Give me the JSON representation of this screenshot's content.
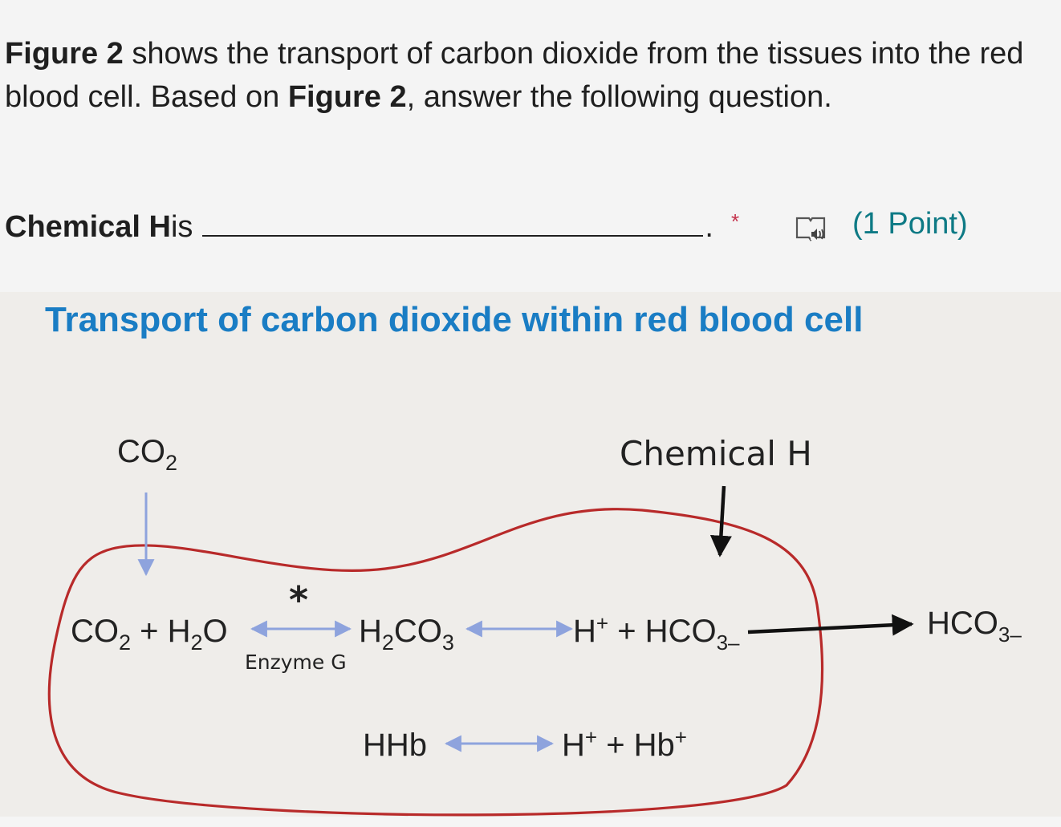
{
  "question": {
    "part1_bold": "Figure 2",
    "part2": " shows the transport of carbon dioxide from the tissues into the red blood cell. Based on ",
    "part3_bold": "Figure 2",
    "part4": ", answer the following question."
  },
  "answer": {
    "label_bold": "Chemical H",
    "label_rest": " is",
    "period": ".",
    "required_marker": "*",
    "points": "(1 Point)",
    "reader_icon": "immersive-reader-icon"
  },
  "figure": {
    "title": "Transport of carbon dioxide within red blood cell",
    "co2_outside": {
      "main": "CO",
      "sub": "2"
    },
    "chemical_h_label": "Chemical H",
    "enzyme_marker": "*",
    "enzyme_label": "Enzyme G",
    "reaction1": {
      "co": "CO",
      "co_sub": "2",
      "plus_h": " + H",
      "h_sub": "2",
      "o": "O"
    },
    "reaction2": {
      "h": "H",
      "h_sub": "2",
      "co": "CO",
      "co_sub": "3"
    },
    "reaction3": {
      "h": "H",
      "sup": "+",
      "rest": " + HCO",
      "sub": "3–"
    },
    "hco3_outside": {
      "main": "HCO",
      "sub": "3–"
    },
    "hhb": "HHb",
    "reaction4": {
      "h": "H",
      "sup1": "+",
      "mid": " + Hb",
      "sup2": "+"
    },
    "colors": {
      "cell_outline": "#b82a2a",
      "arrow_blue": "#8ea3dd",
      "title_blue": "#1a7dc4",
      "arrow_black": "#111111"
    }
  }
}
